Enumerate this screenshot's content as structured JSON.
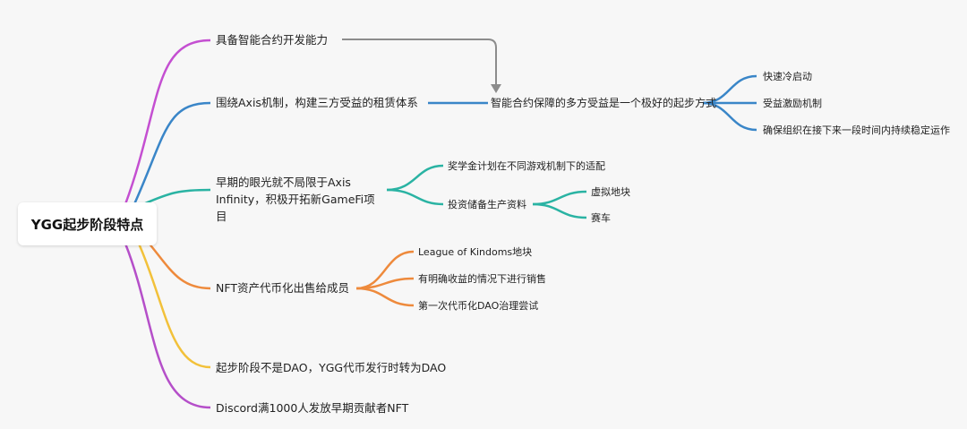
{
  "root": "YGG起步阶段特点",
  "branches": [
    {
      "label": "具备智能合约开发能力",
      "color": "#c44fd1"
    },
    {
      "label": "围绕Axis机制，构建三方受益的租赁体系",
      "color": "#3a86c8",
      "child": {
        "label": "智能合约保障的多方受益是一个极好的起步方式",
        "children": [
          "快速冷启动",
          "受益激励机制",
          "确保组织在接下来一段时间内持续稳定运作"
        ]
      }
    },
    {
      "label": "早期的眼光就不局限于Axis Infinity，积极开拓新GameFi项目",
      "color": "#2ab3a3",
      "children": [
        {
          "label": "奖学金计划在不同游戏机制下的适配"
        },
        {
          "label": "投资储备生产资料",
          "children": [
            "虚拟地块",
            "赛车"
          ]
        }
      ]
    },
    {
      "label": "NFT资产代币化出售给成员",
      "color": "#ee8a3c",
      "children": [
        "League of Kindoms地块",
        "有明确收益的情况下进行销售",
        "第一次代币化DAO治理尝试"
      ]
    },
    {
      "label": "起步阶段不是DAO，YGG代币发行时转为DAO",
      "color": "#f2c13a"
    },
    {
      "label": "Discord满1000人发放早期贡献者NFT",
      "color": "#b54fc9"
    }
  ],
  "connector_color": "#8c8c8c"
}
